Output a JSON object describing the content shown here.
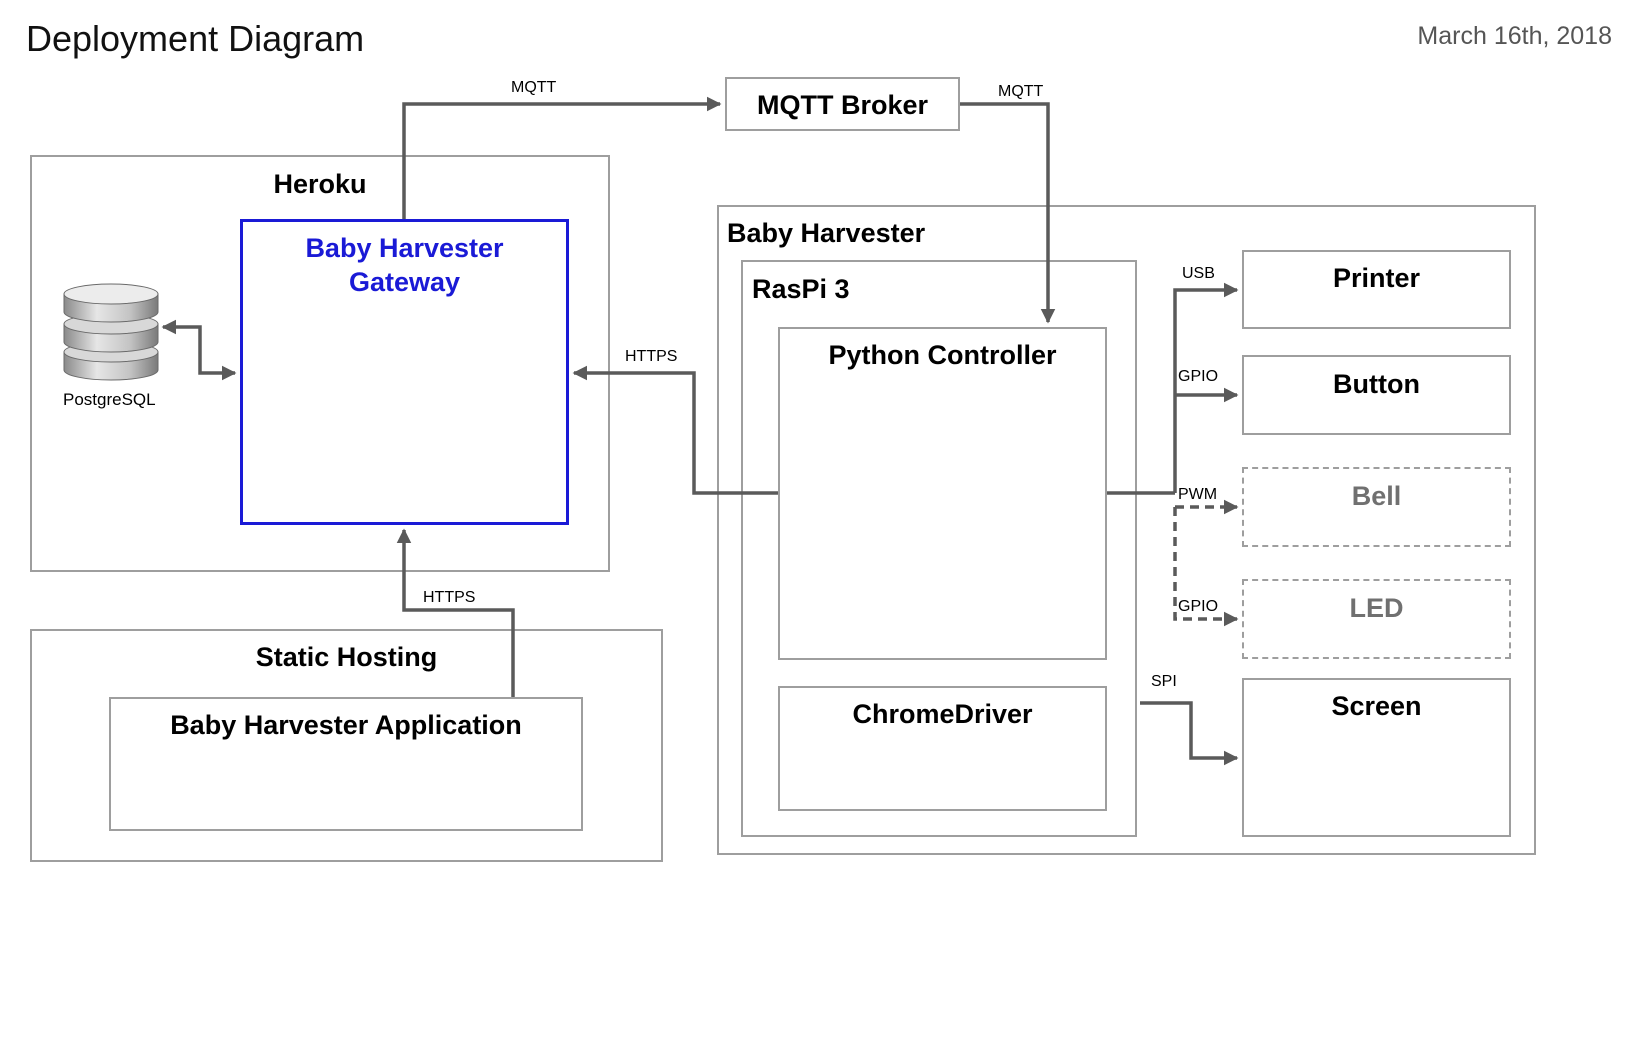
{
  "diagram": {
    "title": "Deployment Diagram",
    "date": "March 16th, 2018"
  },
  "nodes": {
    "mqtt_broker": "MQTT Broker",
    "heroku": "Heroku",
    "gateway_line1": "Baby Harvester",
    "gateway_line2": "Gateway",
    "postgres": "PostgreSQL",
    "static_hosting": "Static Hosting",
    "application": "Baby Harvester Application",
    "baby_harvester": "Baby Harvester",
    "raspi": "RasPi 3",
    "python_controller": "Python Controller",
    "chromedriver": "ChromeDriver",
    "printer": "Printer",
    "button": "Button",
    "bell": "Bell",
    "led": "LED",
    "screen": "Screen"
  },
  "edges": {
    "gateway_to_broker": "MQTT",
    "broker_to_controller": "MQTT",
    "controller_to_gateway": "HTTPS",
    "app_to_gateway": "HTTPS",
    "printer": "USB",
    "button": "GPIO",
    "bell": "PWM",
    "led": "GPIO",
    "screen": "SPI"
  },
  "colors": {
    "line": "#5a5a5a",
    "box_border": "#9e9e9e",
    "gateway": "#1a1ad6"
  },
  "icons": {
    "database": "database-cylinder-icon"
  }
}
